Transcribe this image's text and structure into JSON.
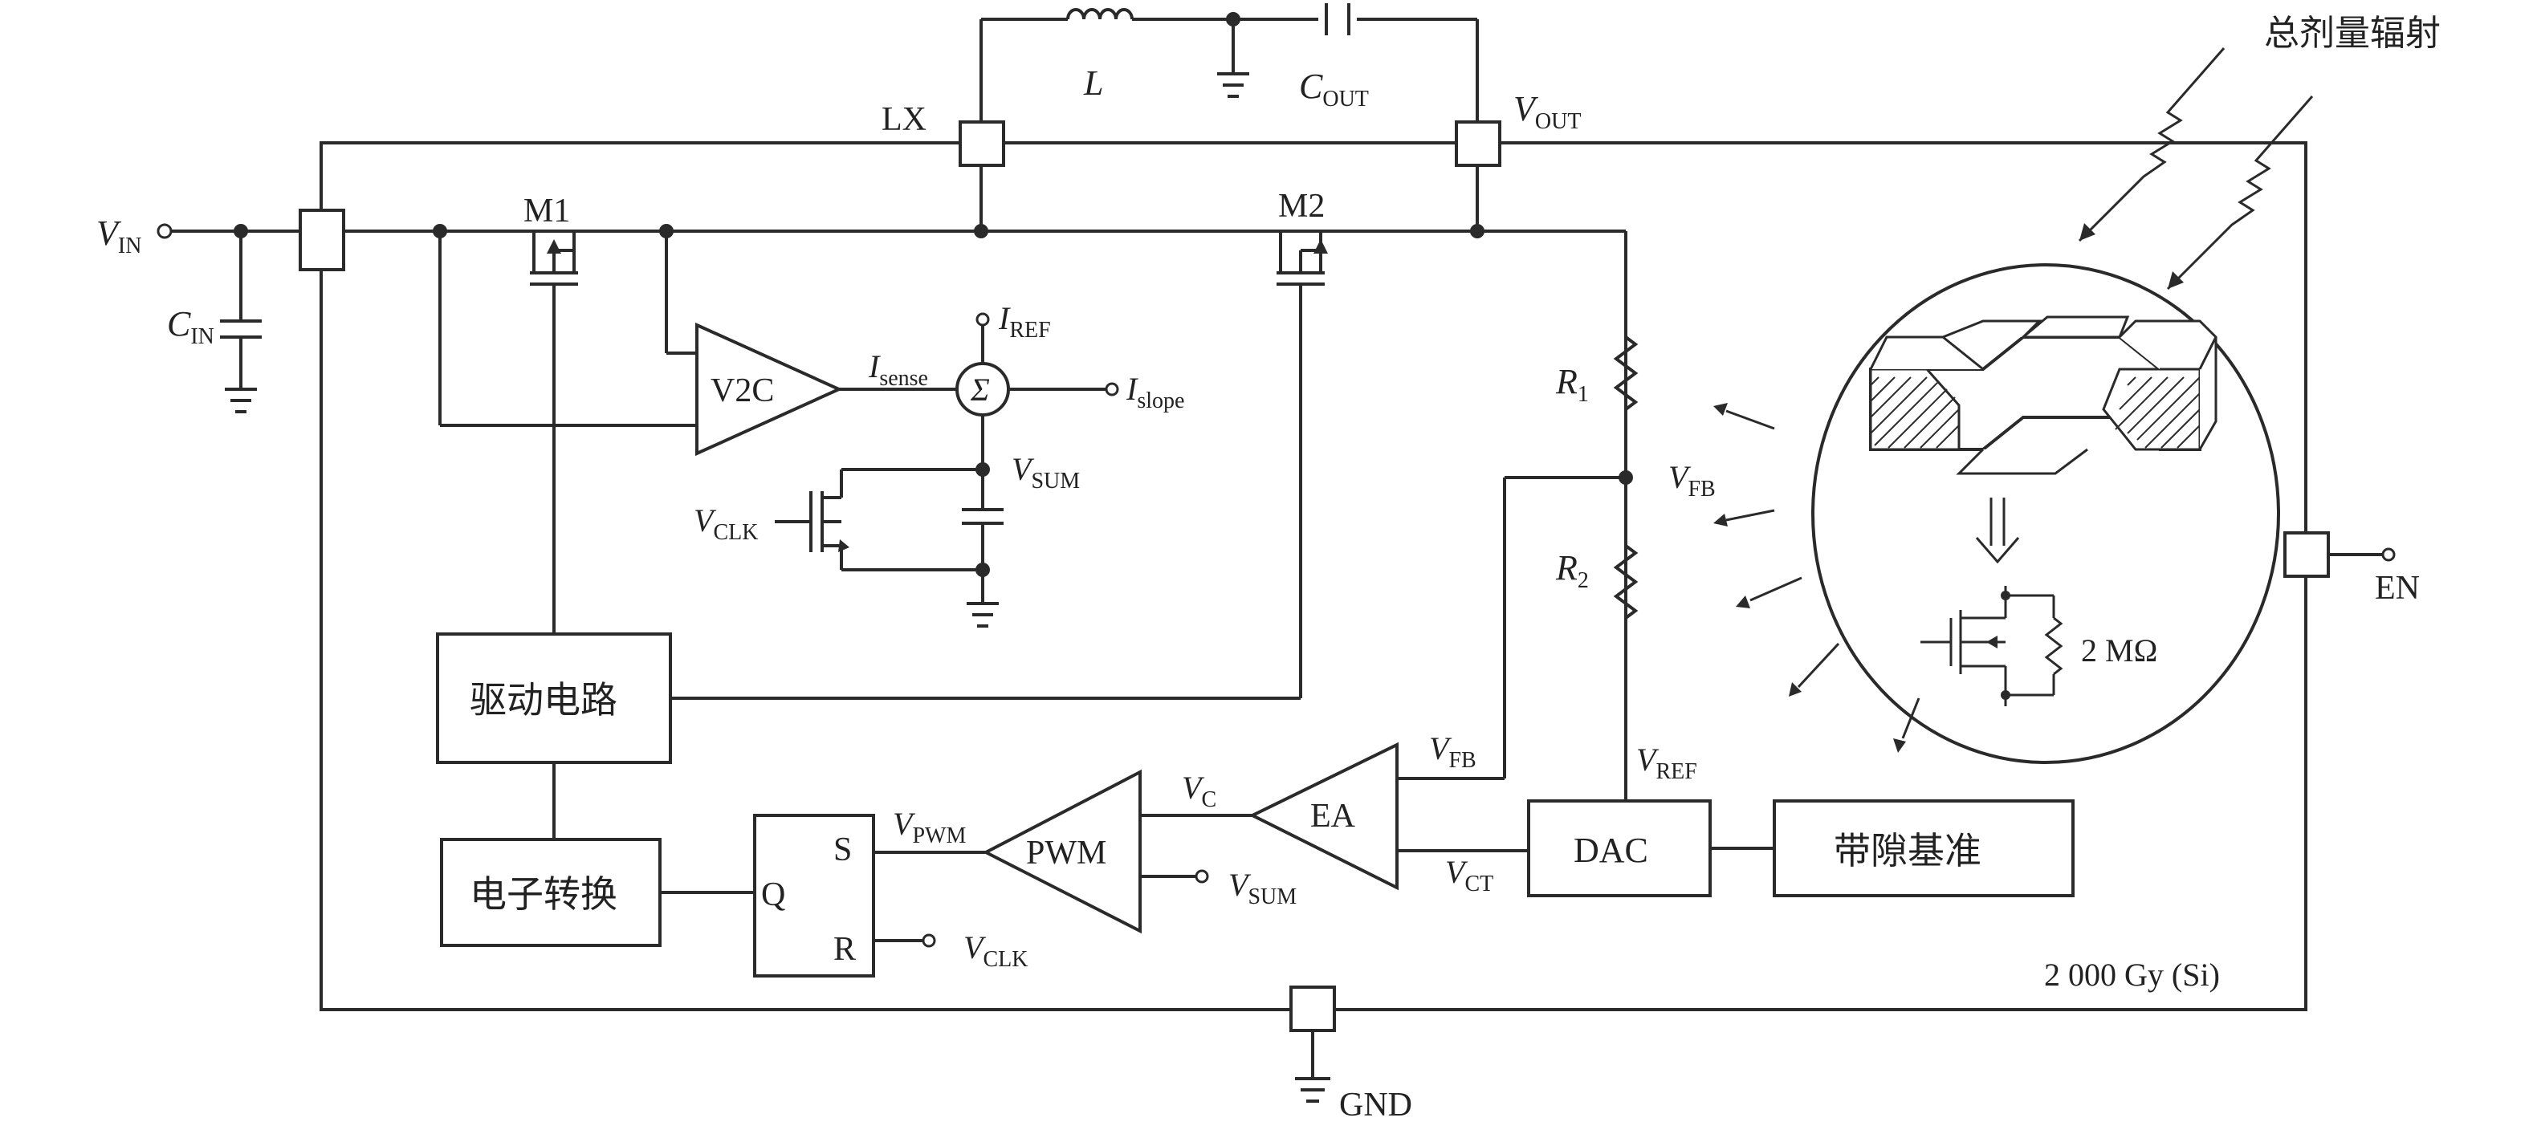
{
  "labels": {
    "vin_v": "V",
    "vin_sub": "IN",
    "cin_c": "C",
    "cin_sub": "IN",
    "lx": "LX",
    "inductor": "L",
    "cout_c": "C",
    "cout_sub": "OUT",
    "vout_v": "V",
    "vout_sub": "OUT",
    "m1": "M1",
    "m2": "M2",
    "v2c": "V2C",
    "isense_i": "I",
    "isense_sub": "sense",
    "sigma": "Σ",
    "iref_i": "I",
    "iref_sub": "REF",
    "islope_i": "I",
    "islope_sub": "slope",
    "vsum_v": "V",
    "vsum_sub": "SUM",
    "vclk_v": "V",
    "vclk_sub": "CLK",
    "r1_r": "R",
    "r1_sub": "1",
    "r2_r": "R",
    "r2_sub": "2",
    "vfb_mid_v": "V",
    "vfb_mid_sub": "FB",
    "vfb_v": "V",
    "vfb_sub": "FB",
    "vref_v": "V",
    "vref_sub": "REF",
    "driver": "驱动电路",
    "level_shift": "电子转换",
    "q": "Q",
    "s": "S",
    "r": "R",
    "vpwm_v": "V",
    "vpwm_sub": "PWM",
    "pwm": "PWM",
    "vc_v": "V",
    "vc_sub": "C",
    "vsum2_v": "V",
    "vsum2_sub": "SUM",
    "vclk2_v": "V",
    "vclk2_sub": "CLK",
    "ea": "EA",
    "vct_v": "V",
    "vct_sub": "CT",
    "dac": "DAC",
    "bandgap": "带隙基准",
    "en": "EN",
    "gnd": "GND",
    "dose_total": "总剂量辐射",
    "resistor_value": "2 MΩ",
    "dose_value": "2 000 Gy (Si)"
  }
}
